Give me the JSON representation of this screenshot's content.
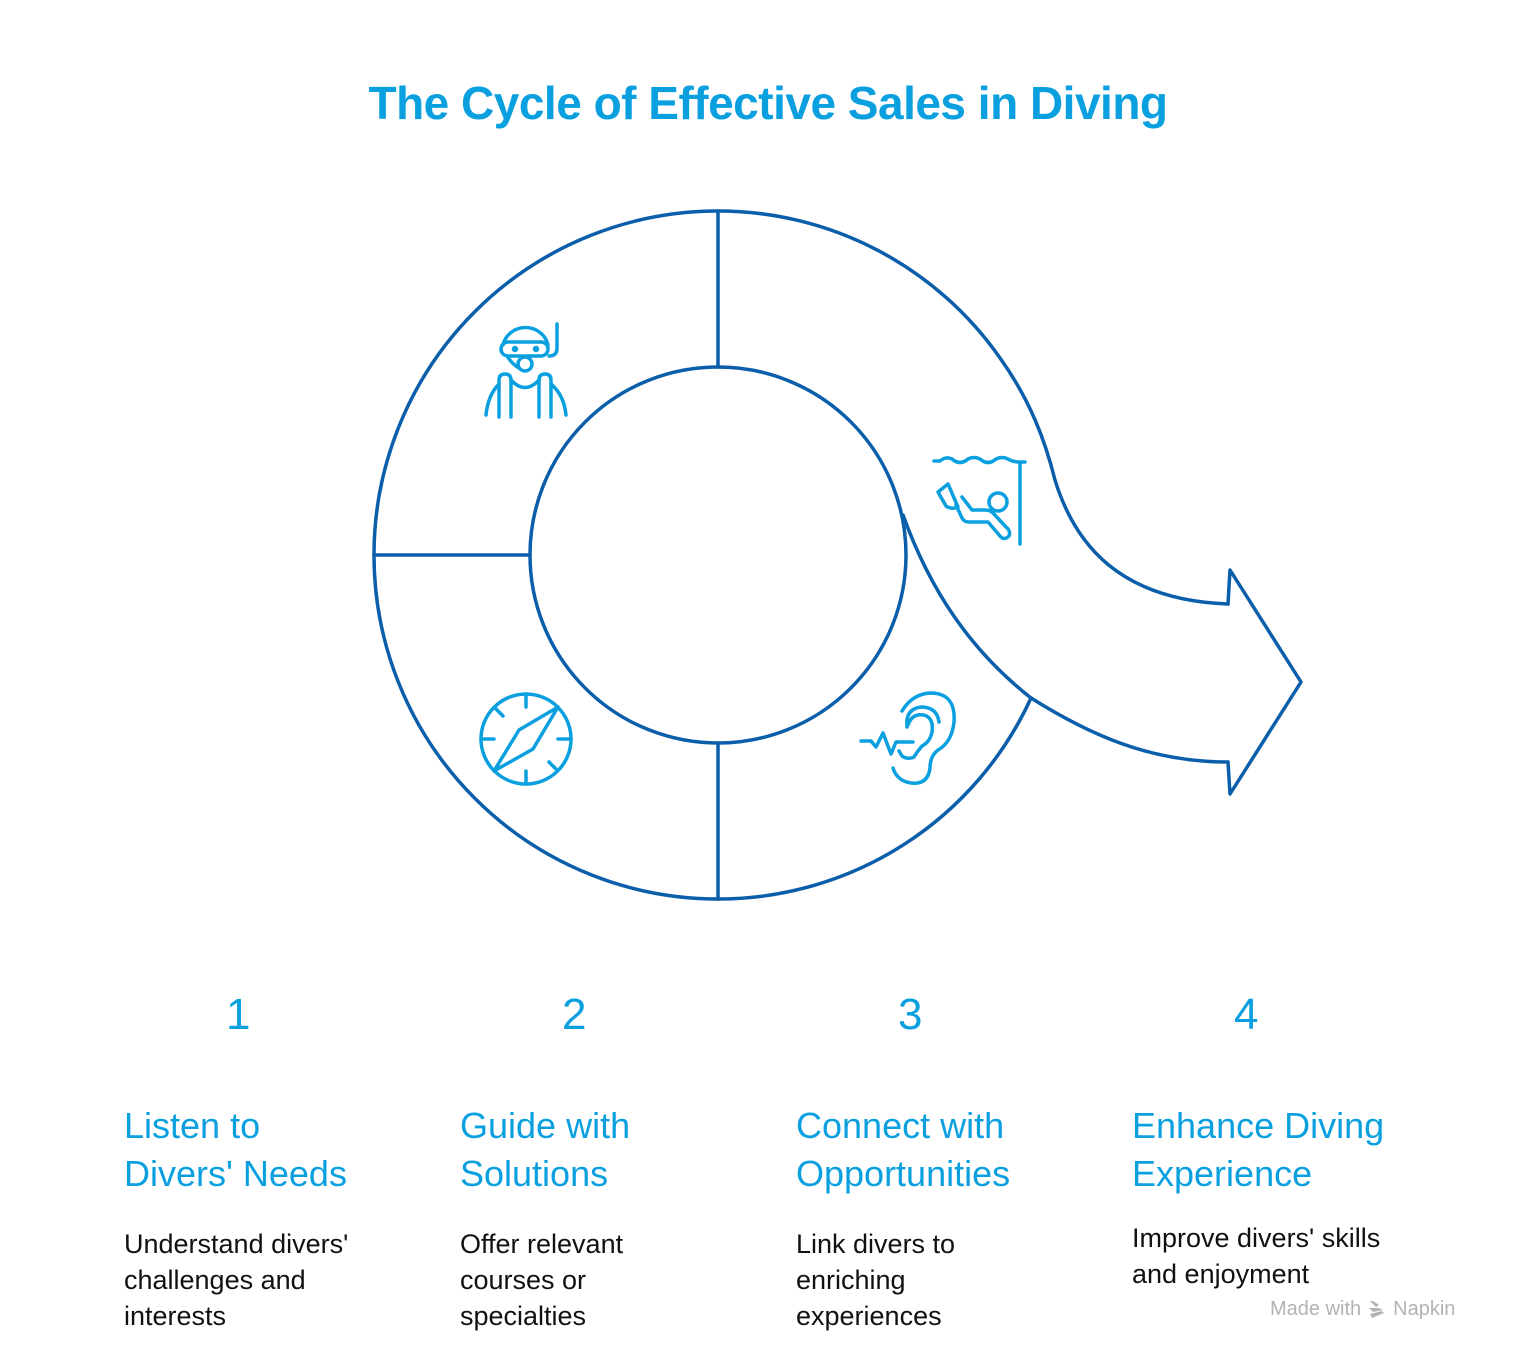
{
  "title": "The Cycle of Effective Sales in Diving",
  "colors": {
    "ring_stroke": "#0b5faa",
    "accent": "#0aa0e0",
    "body_text": "#111111",
    "watermark": "#b3b3b3"
  },
  "segments": [
    {
      "position": "top-left",
      "icon": "snorkeler-icon"
    },
    {
      "position": "top-right",
      "icon": "scuba-diver-underwater-icon"
    },
    {
      "position": "bottom-right",
      "icon": "ear-listening-icon"
    },
    {
      "position": "bottom-left",
      "icon": "compass-icon"
    }
  ],
  "steps": [
    {
      "number": "1",
      "title_line1": "Listen to",
      "title_line2": "Divers' Needs",
      "desc_line1": "Understand divers'",
      "desc_line2": "challenges and",
      "desc_line3": "interests"
    },
    {
      "number": "2",
      "title_line1": "Guide with",
      "title_line2": "Solutions",
      "desc_line1": "Offer relevant",
      "desc_line2": "courses or",
      "desc_line3": "specialties"
    },
    {
      "number": "3",
      "title_line1": "Connect with",
      "title_line2": "Opportunities",
      "desc_line1": "Link divers to",
      "desc_line2": "enriching",
      "desc_line3": "experiences"
    },
    {
      "number": "4",
      "title_line1": "Enhance Diving",
      "title_line2": "Experience",
      "desc_line1": "Improve divers' skills",
      "desc_line2": "and enjoyment",
      "desc_line3": ""
    }
  ],
  "watermark": {
    "prefix": "Made with",
    "brand": "Napkin"
  }
}
